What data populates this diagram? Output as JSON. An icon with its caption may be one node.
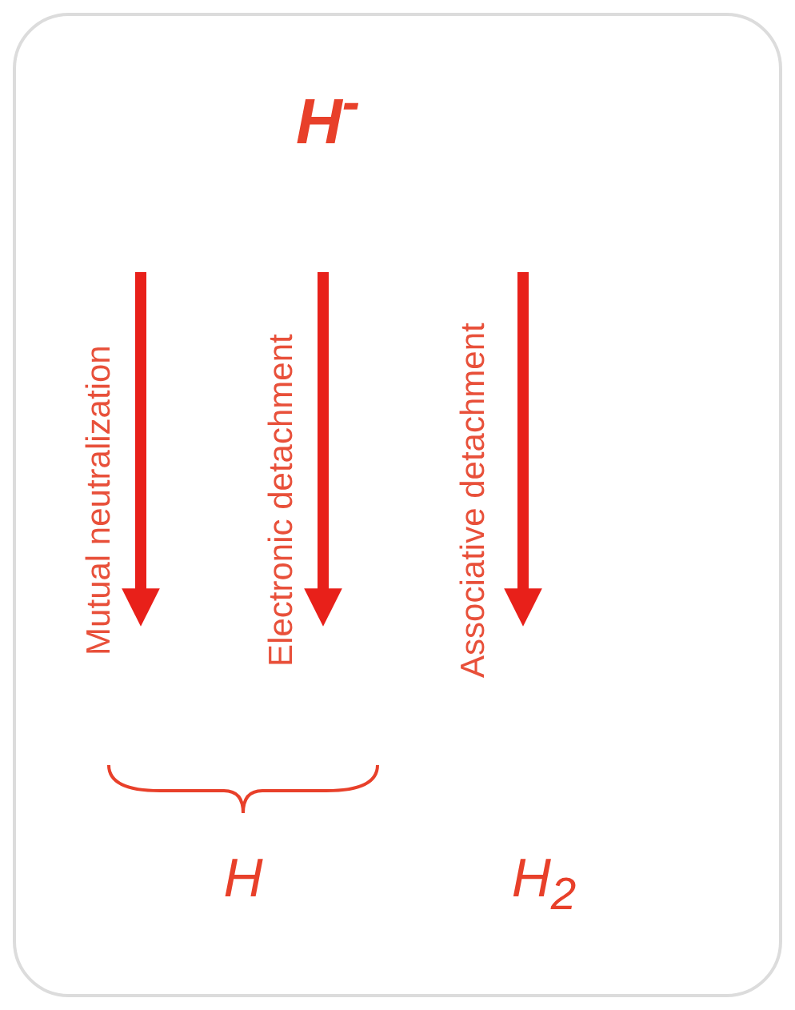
{
  "diagram": {
    "nodes": [
      {
        "text": [
          "H$^{-}$"
        ]
      },
      {
        "text": [
          "H"
        ]
      },
      {
        "text": [
          "H$_{2}$"
        ]
      }
    ],
    "labels": [
      "Mutual neutralization",
      "Electronic detachment",
      "Associative detachment"
    ]
  }
}
